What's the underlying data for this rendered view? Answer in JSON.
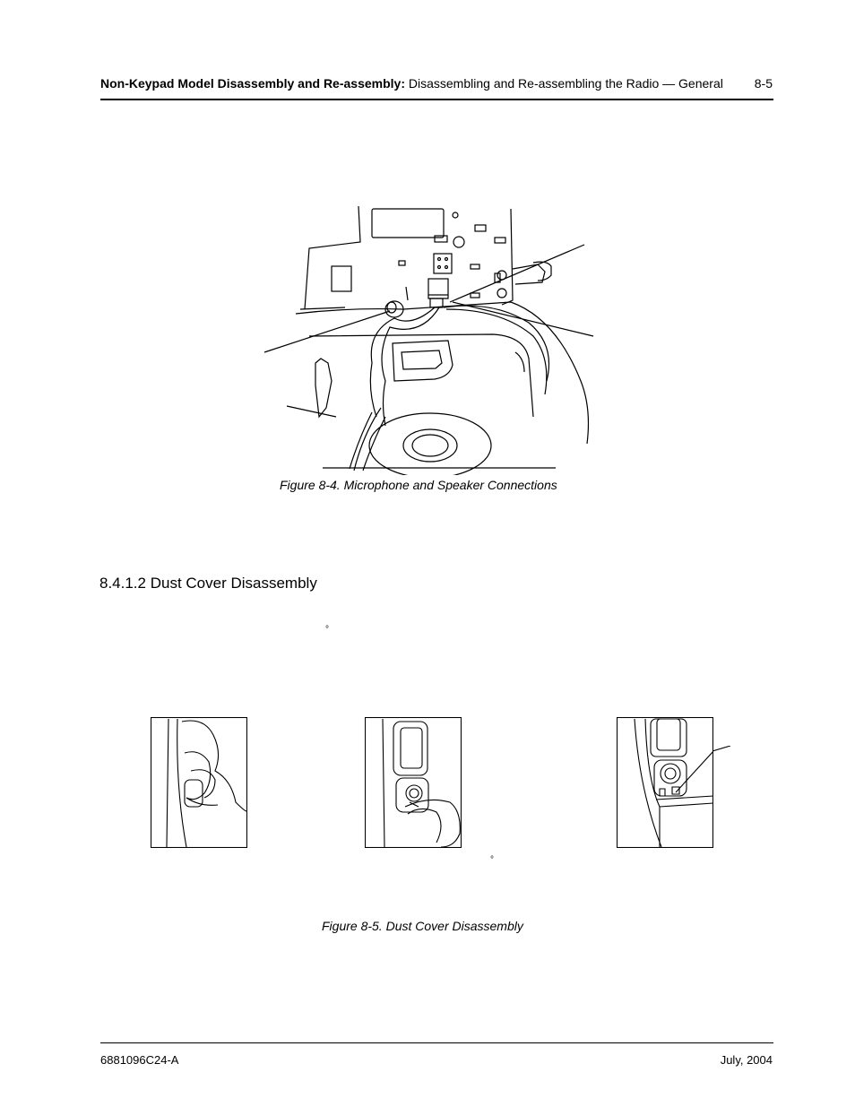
{
  "header": {
    "section_bold": "Non-Keypad Model Disassembly and Re-assembly:",
    "section_rest": " Disassembling and Re-assembling the Radio — General",
    "page_number": "8-5"
  },
  "figure_4": {
    "caption": "Figure 8-4.  Microphone and Speaker Connections"
  },
  "section": {
    "heading": "8.4.1.2  Dust Cover Disassembly",
    "degree_symbol": "°"
  },
  "figure_5": {
    "caption": "Figure 8-5.  Dust Cover Disassembly",
    "degree_symbol": "°"
  },
  "footer": {
    "doc_number": "6881096C24-A",
    "date": "July, 2004"
  }
}
